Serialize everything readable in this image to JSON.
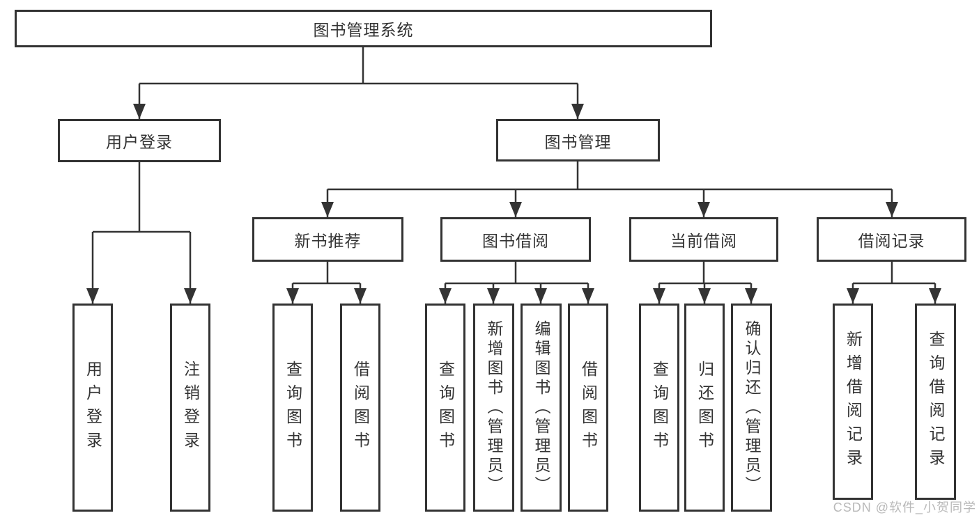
{
  "page": {
    "watermark": "CSDN @软件_小贺同学",
    "colors": {
      "line": "#333333",
      "text": "#333333",
      "box_fill": "#ffffff",
      "watermark": "#b9b9b9"
    }
  },
  "tree": {
    "label": "图书管理系统",
    "children": [
      {
        "label": "用户登录",
        "children": [
          {
            "label": "用户登录"
          },
          {
            "label": "注销登录"
          }
        ]
      },
      {
        "label": "图书管理",
        "children": [
          {
            "label": "新书推荐",
            "children": [
              {
                "label": "查询图书"
              },
              {
                "label": "借阅图书"
              }
            ]
          },
          {
            "label": "图书借阅",
            "children": [
              {
                "label": "查询图书"
              },
              {
                "label": "新增图书（管理员）"
              },
              {
                "label": "编辑图书（管理员）"
              },
              {
                "label": "借阅图书"
              }
            ]
          },
          {
            "label": "当前借阅",
            "children": [
              {
                "label": "查询图书"
              },
              {
                "label": "归还图书"
              },
              {
                "label": "确认归还（管理员）"
              }
            ]
          },
          {
            "label": "借阅记录",
            "children": [
              {
                "label": "新增借阅记录"
              },
              {
                "label": "查询借阅记录"
              }
            ]
          }
        ]
      }
    ]
  }
}
